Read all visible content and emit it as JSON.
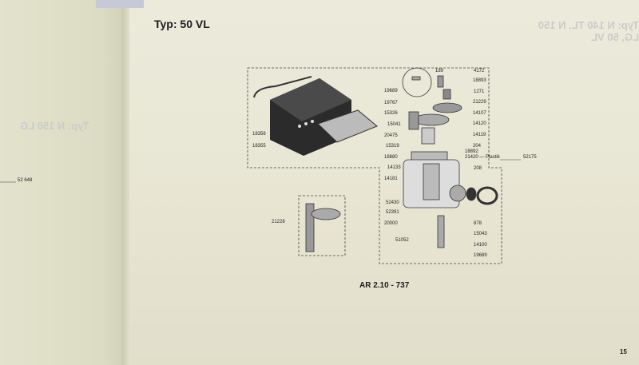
{
  "page": {
    "title": "Typ: 50 VL",
    "caption": "AR 2.10 - 737",
    "page_number": "15"
  },
  "left_page": {
    "part_number": "52 648"
  },
  "labels": [
    "189",
    "4172",
    "18893",
    "1271",
    "21229",
    "14107",
    "14120",
    "14119",
    "204",
    "18892",
    "21420 — Plastik",
    "52175",
    "19689",
    "19767",
    "15326",
    "15041",
    "20475",
    "15319",
    "18880",
    "14133",
    "14181",
    "52430",
    "52391",
    "20000",
    "51052",
    "208",
    "878",
    "15043",
    "14100",
    "19689",
    "18356",
    "18355",
    "21228"
  ]
}
